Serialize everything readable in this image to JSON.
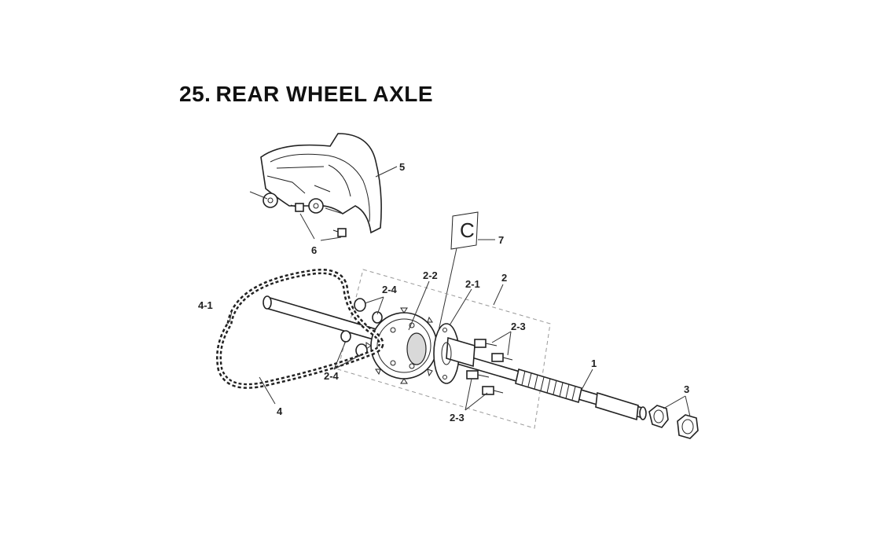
{
  "title": {
    "number": "25.",
    "text": "REAR WHEEL AXLE"
  },
  "callouts": {
    "axle": "1",
    "hub_assembly": "2",
    "hub_flange": "2-1",
    "sprocket": "2-2",
    "bolt": "2-3",
    "nut": "2-4",
    "lock_nut": "3",
    "chain": "4",
    "chain_joint": "4-1",
    "chain_guard": "5",
    "guard_bolt": "6",
    "circlip": "7"
  },
  "circlip_glyph": "C"
}
